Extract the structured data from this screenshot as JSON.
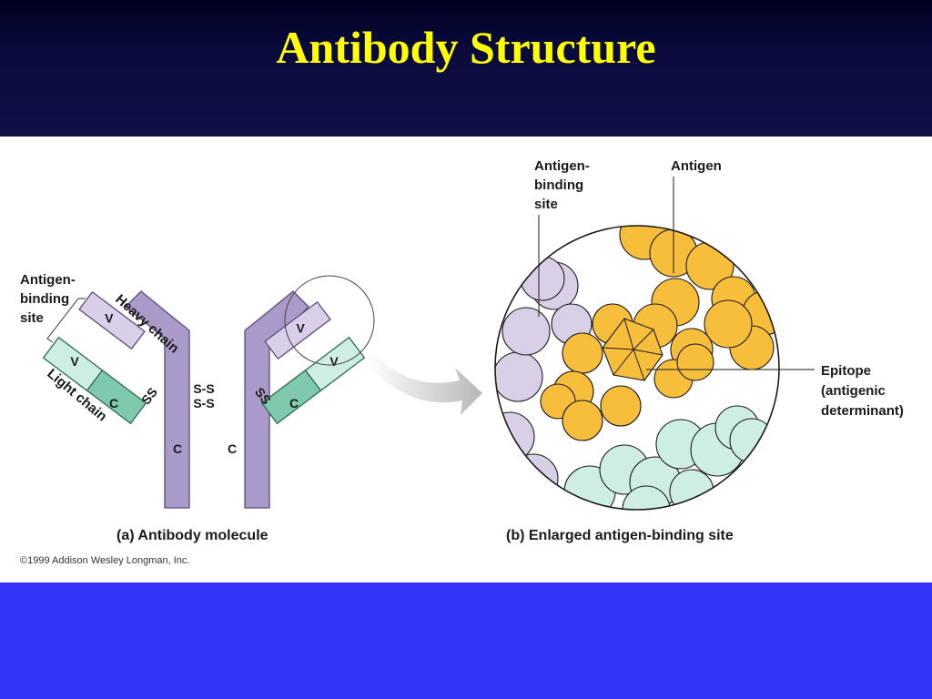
{
  "slide": {
    "title": "Antibody Structure"
  },
  "colors": {
    "title": "#ffff00",
    "header_bg": "#0a0a3c",
    "slide_bg": "#3434f6",
    "heavy_chain": "#a99ac9",
    "heavy_chain_light": "#d8cfe8",
    "light_chain": "#7fc9ad",
    "light_chain_light": "#cdeee0",
    "antigen": "#f7be3c",
    "binding_site_heavy": "#d7d0e6",
    "binding_site_light": "#cfeee2"
  },
  "panel_a": {
    "antigen_binding_site_lines": [
      "Antigen-",
      "binding",
      "site"
    ],
    "heavy_chain_label": "Heavy chain",
    "light_chain_label": "Light chain",
    "v": "V",
    "c": "C",
    "disulfide": "SS",
    "ss_center_top": "S-S",
    "ss_center_bottom": "S-S",
    "caption": "(a) Antibody molecule"
  },
  "panel_b": {
    "antigen_binding_site_lines": [
      "Antigen-",
      "binding",
      "site"
    ],
    "antigen_label": "Antigen",
    "epitope_lines": [
      "Epitope",
      "(antigenic",
      "determinant)"
    ],
    "caption": "(b) Enlarged antigen-binding site"
  },
  "copyright": "©1999 Addison Wesley Longman, Inc."
}
